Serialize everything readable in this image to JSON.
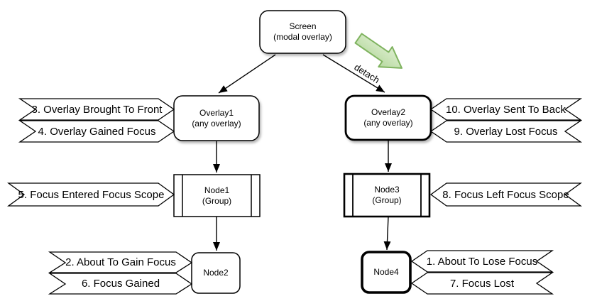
{
  "nodes": {
    "screen": {
      "title": "Screen",
      "subtitle": "(modal overlay)"
    },
    "overlay1": {
      "title": "Overlay1",
      "subtitle": "(any overlay)"
    },
    "overlay2": {
      "title": "Overlay2",
      "subtitle": "(any overlay)"
    },
    "node1": {
      "title": "Node1",
      "subtitle": "(Group)"
    },
    "node2": {
      "title": "Node2"
    },
    "node3": {
      "title": "Node3",
      "subtitle": "(Group)"
    },
    "node4": {
      "title": "Node4"
    }
  },
  "edge_labels": {
    "detach": "detach"
  },
  "events": {
    "overlay1_in": [
      "3. Overlay Brought To Front",
      "4. Overlay Gained Focus"
    ],
    "node1_in": [
      "5. Focus Entered Focus Scope"
    ],
    "node2_in": [
      "2. About To Gain Focus",
      "6. Focus Gained"
    ],
    "overlay2_in": [
      "10. Overlay Sent To Back",
      "9. Overlay Lost Focus"
    ],
    "node3_in": [
      "8. Focus Left Focus Scope"
    ],
    "node4_in": [
      "1. About To Lose Focus",
      "7. Focus Lost"
    ]
  },
  "colors": {
    "shape_stroke": "#000000",
    "shape_fill": "#ffffff",
    "detach_arrow_fill": "#c9e3b4",
    "detach_arrow_stroke": "#7fb35f"
  }
}
